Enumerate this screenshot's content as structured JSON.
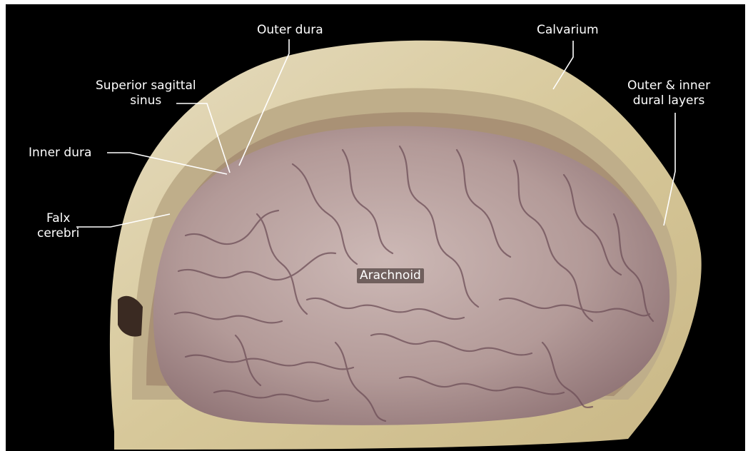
{
  "labels": {
    "outer_dura": "Outer dura",
    "calvarium": "Calvarium",
    "superior_sagittal_sinus": "Superior sagittal\nsinus",
    "outer_inner_dural_layers": "Outer & inner\ndural layers",
    "inner_dura": "Inner dura",
    "falx_cerebri": "Falx\ncerebri",
    "arachnoid": "Arachnoid"
  },
  "colors": {
    "background": "#000000",
    "bone": "#d8cba0",
    "brain": "#b9a19f",
    "sulci": "#6e4f58",
    "label_text": "#ffffff"
  }
}
